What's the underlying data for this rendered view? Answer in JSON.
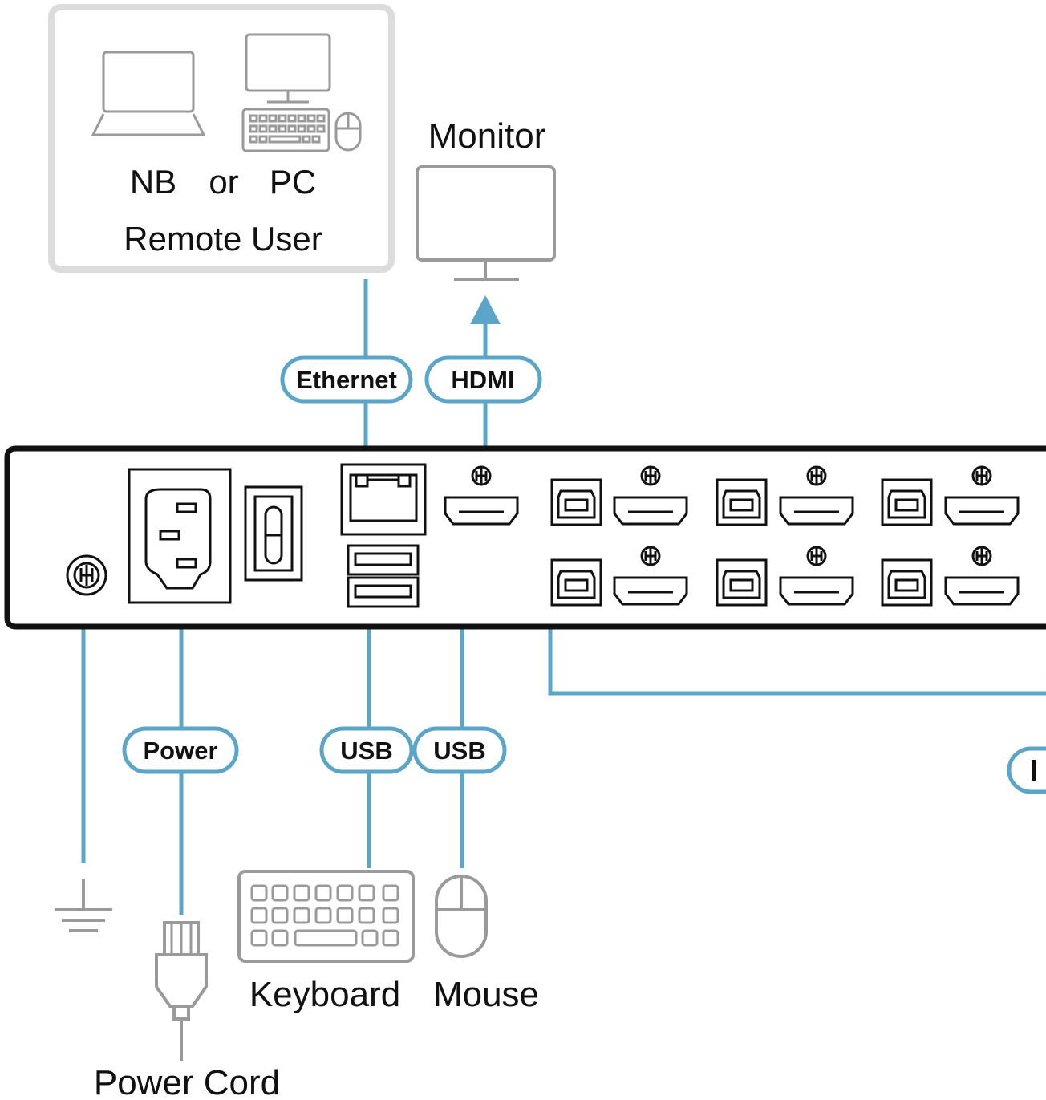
{
  "remote_user": {
    "nb_label": "NB",
    "or_label": "or",
    "pc_label": "PC",
    "caption": "Remote User"
  },
  "monitor": {
    "label": "Monitor"
  },
  "cables": {
    "ethernet": "Ethernet",
    "hdmi": "HDMI",
    "power": "Power",
    "usb_keyboard": "USB",
    "usb_mouse": "USB"
  },
  "devices": {
    "keyboard": "Keyboard",
    "mouse": "Mouse",
    "power_cord": "Power Cord"
  },
  "colors": {
    "cable": "#5aa5c8",
    "device_outline": "#9a9a9a",
    "panel_outline": "#111111",
    "remote_box_border": "#dcdcdc"
  },
  "icons": [
    "laptop-icon",
    "desktop-pc-icon",
    "monitor-icon",
    "keyboard-icon",
    "mouse-icon",
    "ground-icon",
    "power-plug-icon",
    "ac-inlet-icon",
    "power-switch-icon",
    "rj45-port-icon",
    "usb-a-port-icon",
    "usb-b-port-icon",
    "hdmi-port-icon",
    "screw-icon"
  ]
}
